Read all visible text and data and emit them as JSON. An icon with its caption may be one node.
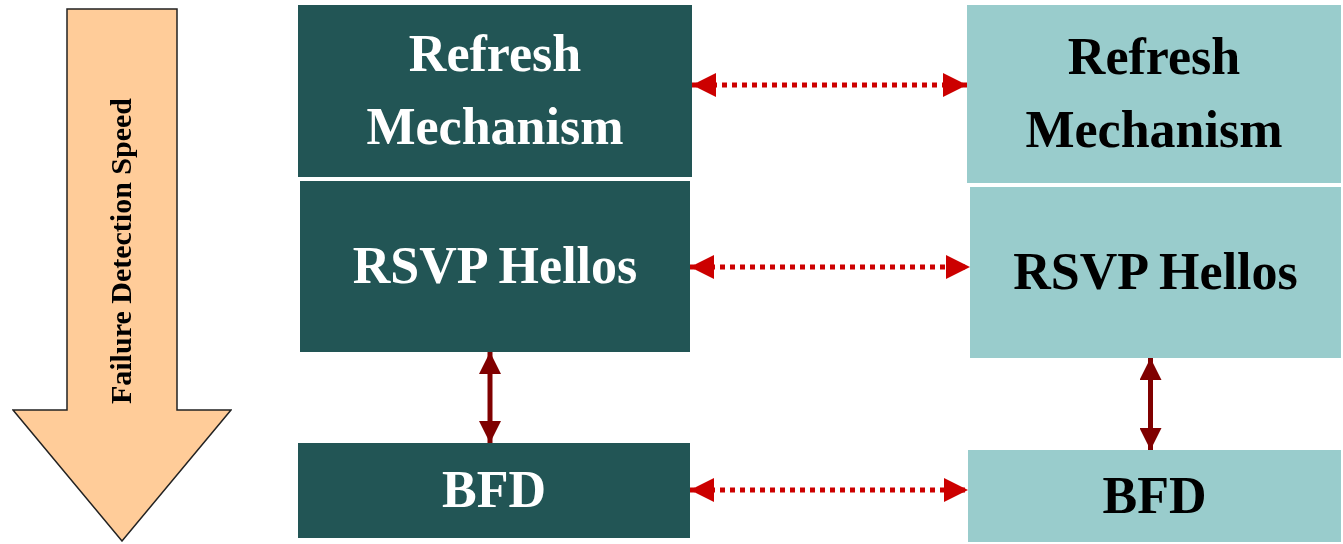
{
  "diagram": {
    "nodes": [
      {
        "text": [
          "Failure Detection Speed"
        ]
      },
      {
        "text": [
          "Refresh Mechanism"
        ]
      },
      {
        "text": [
          "RSVP Hellos"
        ]
      },
      {
        "text": [
          "BFD"
        ]
      },
      {
        "text": [
          "Refresh Mechanism"
        ]
      },
      {
        "text": [
          "RSVP Hellos"
        ]
      },
      {
        "text": [
          "BFD"
        ]
      }
    ],
    "edges": [
      {
        "from": 1,
        "to": 4,
        "arrow": "both",
        "style": "dashed"
      },
      {
        "from": 2,
        "to": 5,
        "arrow": "both",
        "style": "dashed"
      },
      {
        "from": 2,
        "to": 3,
        "arrow": "both",
        "color": "#800000"
      },
      {
        "from": 5,
        "to": 6,
        "arrow": "both",
        "color": "#800000"
      },
      {
        "from": 3,
        "to": 6,
        "arrow": "both",
        "style": "dashed"
      }
    ]
  }
}
